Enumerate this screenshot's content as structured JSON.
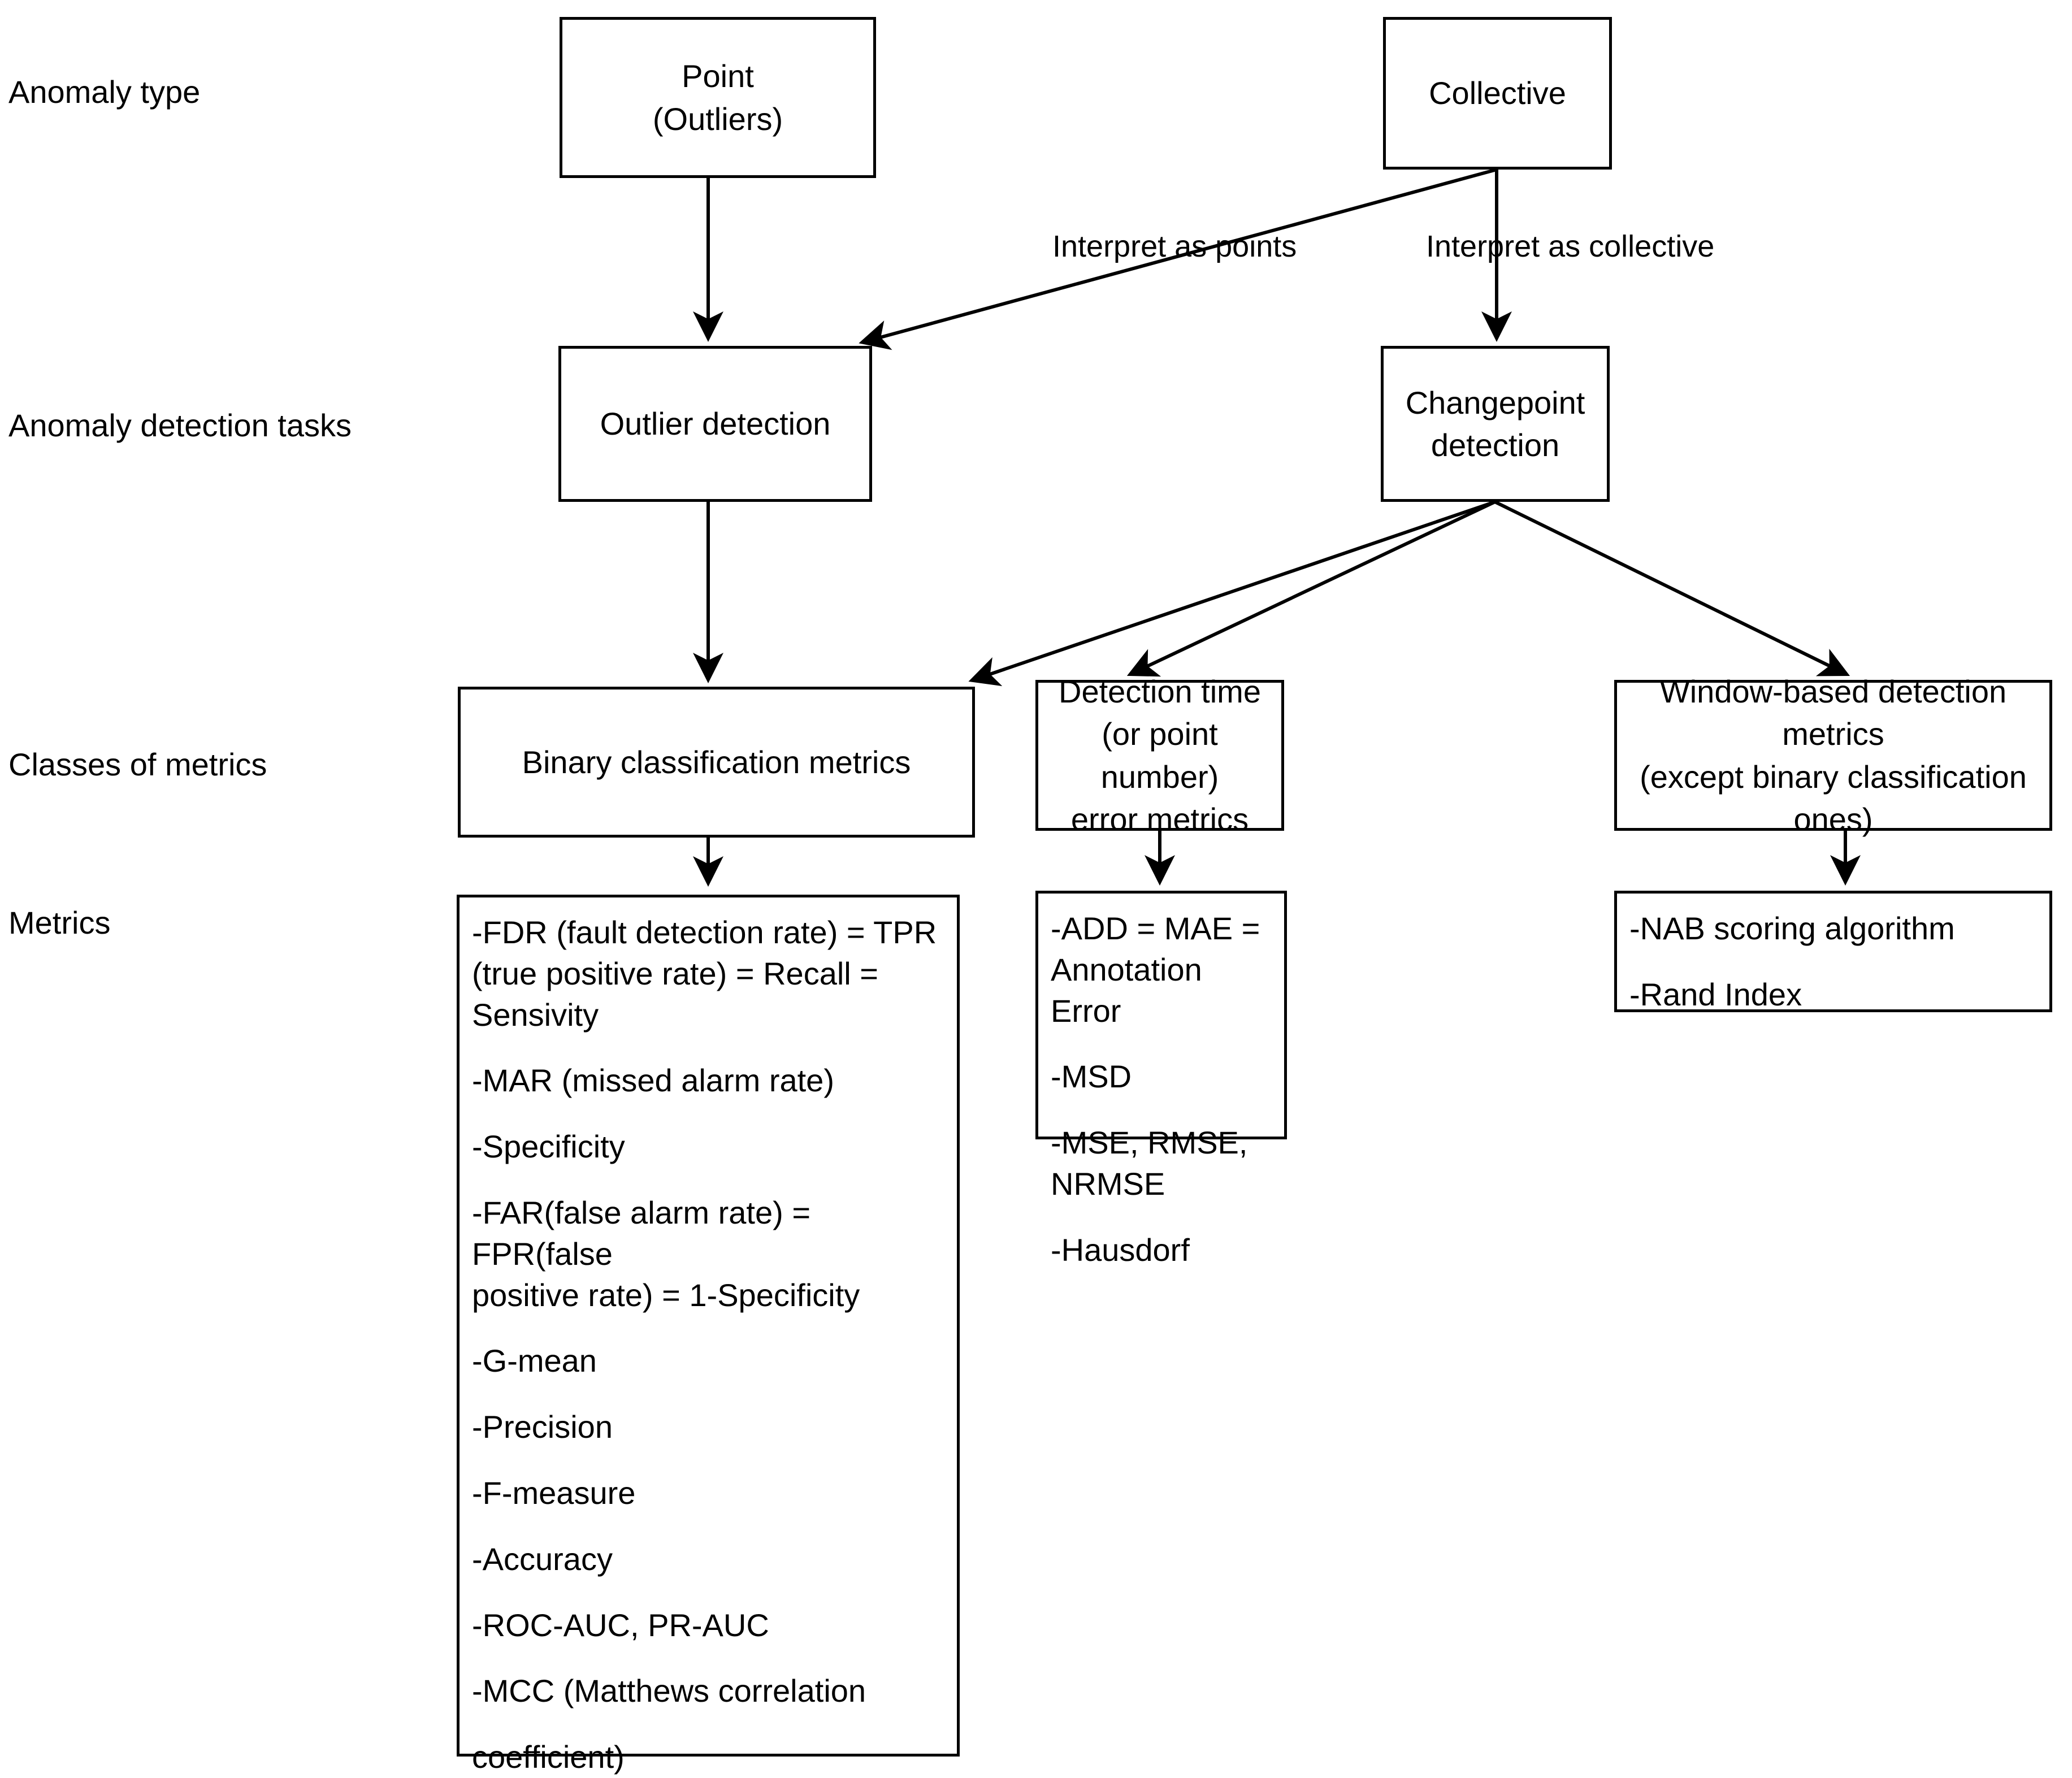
{
  "diagram": {
    "title": "Anomaly detection tasks and metrics taxonomy",
    "row_labels": [
      {
        "id": "anomaly-type",
        "text": "Anomaly type"
      },
      {
        "id": "anomaly-detection-tasks",
        "text": "Anomaly detection tasks"
      },
      {
        "id": "classes-of-metrics",
        "text": "Classes of metrics"
      },
      {
        "id": "metrics",
        "text": "Metrics"
      }
    ],
    "nodes": [
      {
        "id": "point-outliers",
        "text": "Point\n(Outliers)"
      },
      {
        "id": "collective",
        "text": "Collective"
      },
      {
        "id": "outlier-detection",
        "text": "Outlier detection"
      },
      {
        "id": "changepoint-detection",
        "text": "Changepoint\ndetection"
      },
      {
        "id": "binary-classification-metrics",
        "text": "Binary classification metrics"
      },
      {
        "id": "detection-time-error-metrics",
        "text": "Detection time (or point number)\nerror metrics"
      },
      {
        "id": "window-based-detection-metrics",
        "text": "Window-based detection metrics\n(except binary classification\nones)"
      }
    ],
    "edge_labels": [
      {
        "id": "interpret-as-points",
        "text": "Interpret as points"
      },
      {
        "id": "interpret-as-collective",
        "text": "Interpret as collective"
      }
    ],
    "metric_lists": {
      "binary_classification": [
        "-FDR (fault detection rate) = TPR\n(true positive rate) = Recall =\nSensivity",
        "-MAR (missed alarm rate)",
        "-Specificity",
        "-FAR(false alarm rate) = FPR(false\npositive rate) = 1-Specificity",
        "-G-mean",
        "-Precision",
        "-F-measure",
        "-Accuracy",
        "-ROC-AUC, PR-AUC",
        "-MCC (Matthews correlation",
        "coefficient)"
      ],
      "detection_time_error": [
        "-ADD = MAE = Annotation Error",
        "-MSD",
        "-MSE, RMSE, NRMSE",
        "-Hausdorf"
      ],
      "window_based": [
        "-NAB scoring algorithm",
        "-Rand Index"
      ]
    },
    "colors": {
      "stroke": "#000000",
      "fill": "#ffffff",
      "text": "#000000"
    }
  }
}
